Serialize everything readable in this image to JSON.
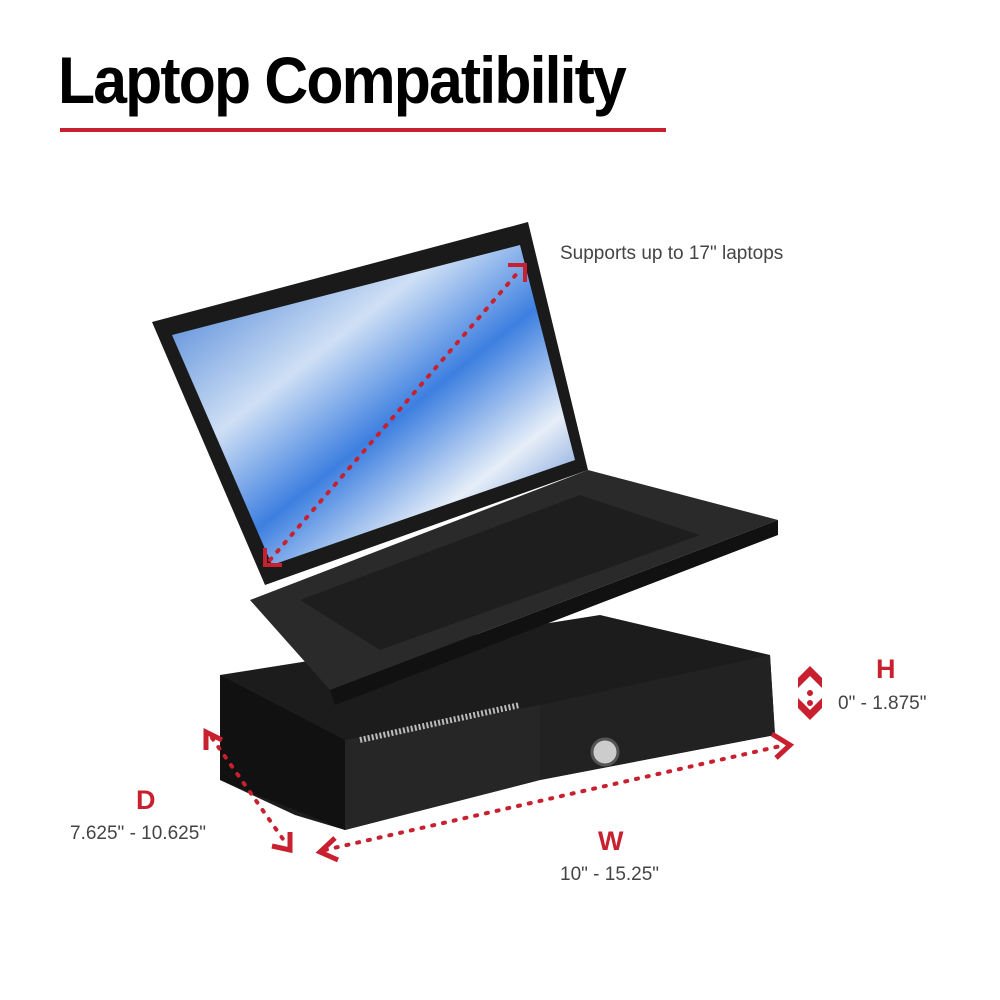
{
  "title": "Laptop Compatibility",
  "accent_color": "#c8202f",
  "annotations": {
    "screen": {
      "text": "Supports up to 17\" laptops"
    },
    "height": {
      "letter": "H",
      "range": "0\" - 1.875\""
    },
    "depth": {
      "letter": "D",
      "range": "7.625\" - 10.625\""
    },
    "width": {
      "letter": "W",
      "range": "10\" - 15.25\""
    }
  }
}
